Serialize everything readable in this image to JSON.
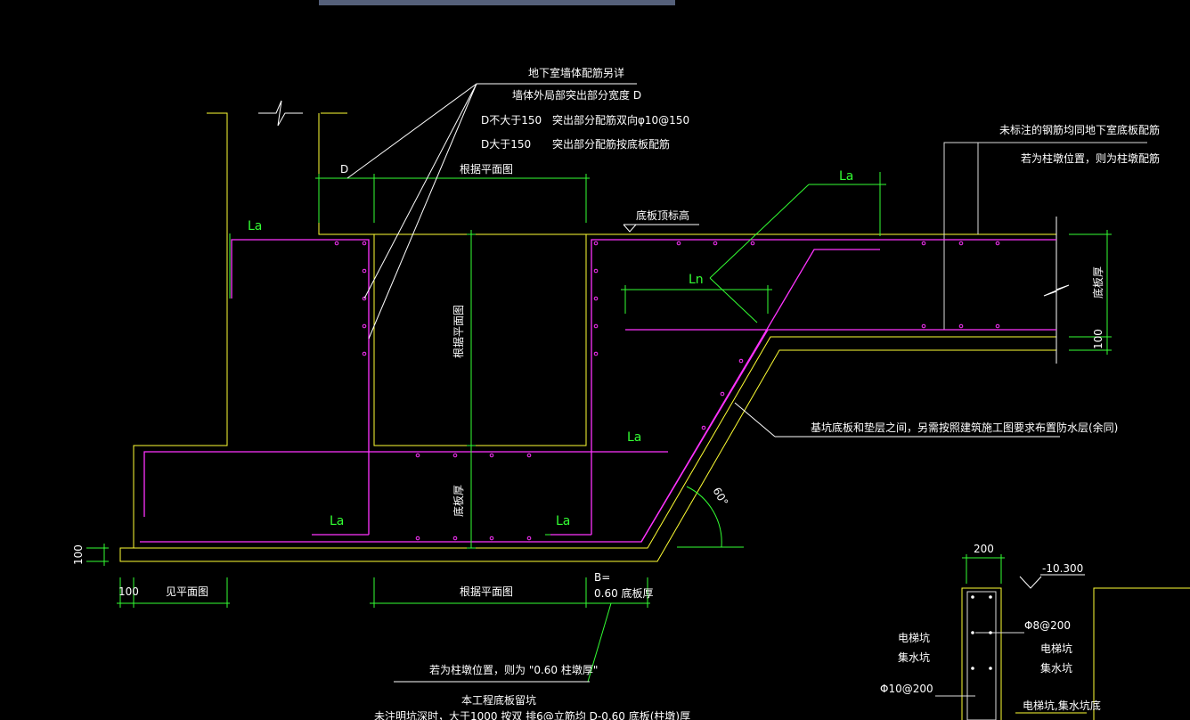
{
  "viewport_tab": "",
  "colors": {
    "background": "#000000",
    "concrete_outline": "#ffff33",
    "rebar": "#ff33ff",
    "dimension": "#33ff33",
    "annotation": "#ffffff",
    "tab_bar": "#55607a",
    "grid_line": "#ffd966"
  },
  "notes": {
    "wall_detail_title": "地下室墙体配筋另详",
    "wall_protrusion": "墙体外局部突出部分宽度 D",
    "d_small": "D不大于150",
    "d_small_rule": "突出部分配筋双向φ10@150",
    "d_large": "D大于150",
    "d_large_rule": "突出部分配筋按底板配筋",
    "d_mark": "D",
    "unmarked_rebar": "未标注的钢筋均同地下室底板配筋",
    "pile_cap_position": "若为柱墩位置，则为柱墩配筋",
    "slab_top_elevation": "底板顶标高",
    "waterproof_note": "基坑底板和垫层之间，另需按照建筑施工图要求布置防水层(余同)",
    "pile_cap_thickness_note": "若为柱墩位置，则为 \"0.60 柱墩厚\"",
    "sump_note_1": "本工程底板留坑",
    "sump_note_2": "未注明坑深时，大于1000 按双 排6@立筋均 D-0.60 底板(柱墩)厚"
  },
  "dimensions": {
    "la": "La",
    "ln": "Ln",
    "per_plan": "根据平面图",
    "per_plan_left": "见平面图",
    "per_plan_vertical": "根据平面图",
    "slab_thickness": "底板厚",
    "slab_thickness_v": "底板厚",
    "b_eq": "B=",
    "b_value": "0.60 底板厚",
    "hundred": "100",
    "angle": "60°"
  },
  "elevator_pit": {
    "width": "200",
    "elevation": "-10.300",
    "pit_label_left_1": "电梯坑",
    "pit_label_left_2": "集水坑",
    "pit_label_right_1": "电梯坑",
    "pit_label_right_2": "集水坑",
    "rebar_right": "Φ8@200",
    "rebar_left": "Φ10@200",
    "bottom_label": "电梯坑,集水坑底"
  }
}
